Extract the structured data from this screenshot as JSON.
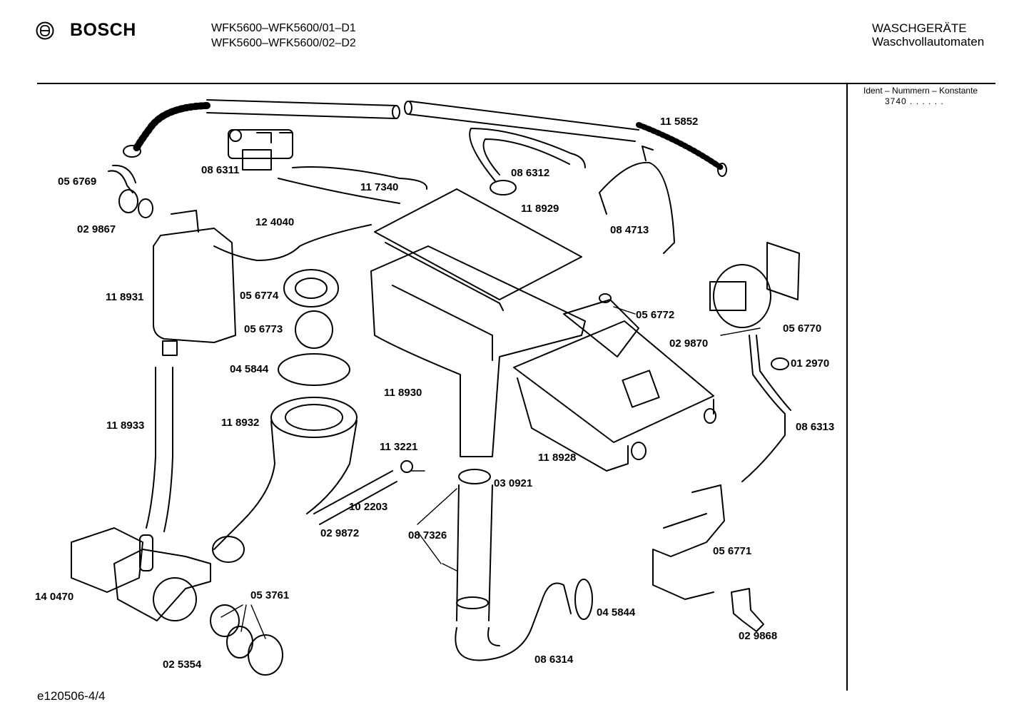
{
  "header": {
    "brand": "BOSCH",
    "models": [
      "WFK5600–WFK5600/01–D1",
      "WFK5600–WFK5600/02–D2"
    ],
    "category": [
      "WASCHGERÄTE",
      "Waschvollautomaten"
    ]
  },
  "ident": {
    "title": "Ident – Nummern – Konstante",
    "value": "3740 . . . . . ."
  },
  "parts": {
    "p115852": "11 5852",
    "p086311": "08 6311",
    "p086312": "08 6312",
    "p117340": "11 7340",
    "p056769": "05 6769",
    "p029867": "02 9867",
    "p118929": "11 8929",
    "p084713": "08 4713",
    "p124040": "12 4040",
    "p118931": "11 8931",
    "p056774": "05 6774",
    "p056773": "05 6773",
    "p045844a": "04 5844",
    "p056772": "05 6772",
    "p056770": "05 6770",
    "p029870": "02 9870",
    "p012970": "01 2970",
    "p118930": "11 8930",
    "p118933": "11 8933",
    "p118932": "11 8932",
    "p113221": "11 3221",
    "p086313": "08 6313",
    "p118928": "11 8928",
    "p030921": "03 0921",
    "p102203": "10 2203",
    "p029872": "02 9872",
    "p087326": "08 7326",
    "p056771": "05 6771",
    "p140470": "14 0470",
    "p053761": "05 3761",
    "p045844b": "04 5844",
    "p029868": "02 9868",
    "p025354": "02 5354",
    "p086314": "08 6314"
  },
  "footer": {
    "code": "e120506-4/4"
  }
}
